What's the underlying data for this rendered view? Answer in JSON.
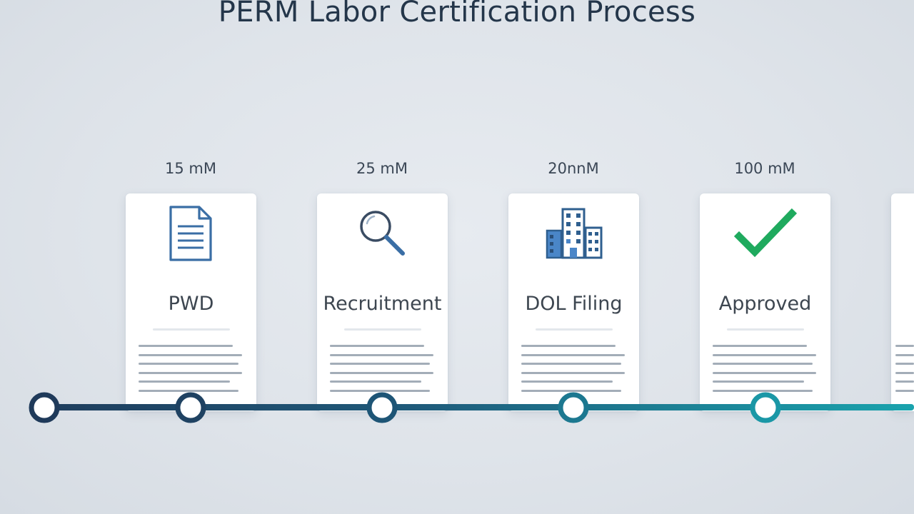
{
  "title": "PERM Labor Certification Process",
  "steps": [
    {
      "duration": "15 mM",
      "label": "PWD",
      "icon": "document-icon"
    },
    {
      "duration": "25 mM",
      "label": "Recruitment",
      "icon": "magnifier-icon"
    },
    {
      "duration": "20nnM",
      "label": "DOL Filing",
      "icon": "building-icon"
    },
    {
      "duration": "100 mM",
      "label": "Approved",
      "icon": "checkmark-icon"
    }
  ],
  "colors": {
    "title": "#24364a",
    "timeline_start": "#1f3a5a",
    "timeline_end": "#1a9aa8",
    "check": "#1faa5e",
    "icon_stroke": "#3a6ea5"
  }
}
